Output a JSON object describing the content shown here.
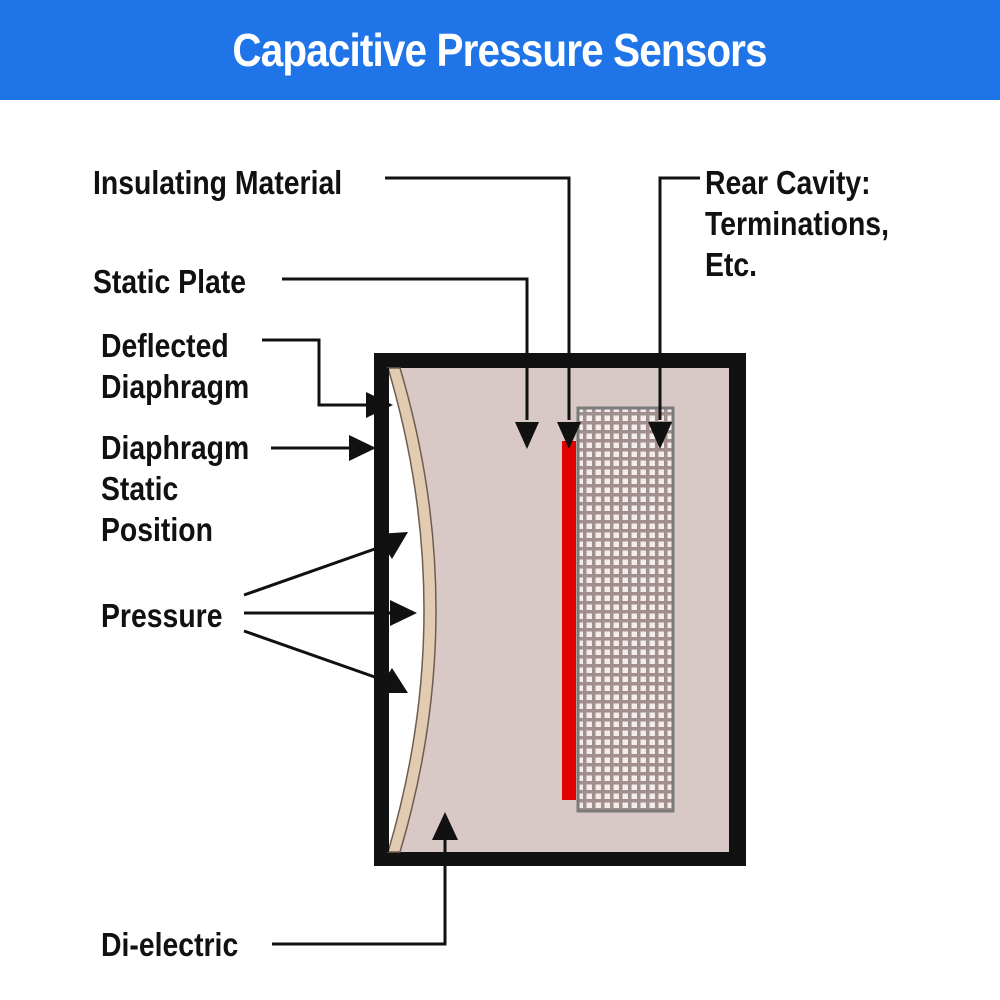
{
  "header": {
    "title": "Capacitive Pressure Sensors",
    "background": "#1f74e8"
  },
  "labels": {
    "insulating_material": "Insulating Material",
    "static_plate": "Static Plate",
    "deflected_diaphragm": [
      "Deflected",
      "Diaphragm"
    ],
    "diaphragm_static_position": [
      "Diaphragm",
      "Static",
      "Position"
    ],
    "pressure": "Pressure",
    "rear_cavity": [
      "Rear Cavity:",
      "Terminations,",
      "Etc."
    ],
    "dielectric": "Di-electric"
  },
  "colors": {
    "housing": "#111111",
    "dielectric_fill": "#d8c8c6",
    "diaphragm": "#e2cbb0",
    "insulating_strip": "#e00000",
    "rear_cavity_border": "#7a7a7a",
    "rear_cavity_fill": "#9a8a88"
  }
}
